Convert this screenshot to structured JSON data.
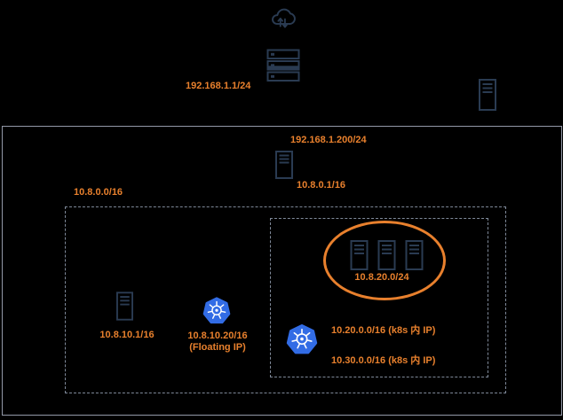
{
  "labels": {
    "internet_router_ip": "192.168.1.1/24",
    "gateway_wan_ip": "192.168.1.200/24",
    "gateway_lan_ip": "10.8.0.1/16",
    "lan_cidr": "10.8.0.0/16",
    "k8s_nodes_cidr": "10.8.20.0/24",
    "host_ip": "10.8.10.1/16",
    "floating_ip": "10.8.10.20/16",
    "floating_ip_note": "(Floating IP)",
    "k8s_pod_cidr": "10.20.0.0/16 (k8s 内 IP)",
    "k8s_service_cidr": "10.30.0.0/16 (k8s 内 IP)"
  },
  "colors": {
    "accent_orange": "#E8802D",
    "icon_navy": "#2A3B52",
    "k8s_blue": "#326CE5",
    "border_solid": "#9399A8",
    "border_dashed": "#7F8999",
    "background": "#000000"
  },
  "icons": [
    "internet-cloud-icon",
    "router-switch-stack-icon",
    "external-server-icon",
    "gateway-server-icon",
    "host-server-icon",
    "k8s-node-server-icon",
    "kubernetes-icon"
  ]
}
